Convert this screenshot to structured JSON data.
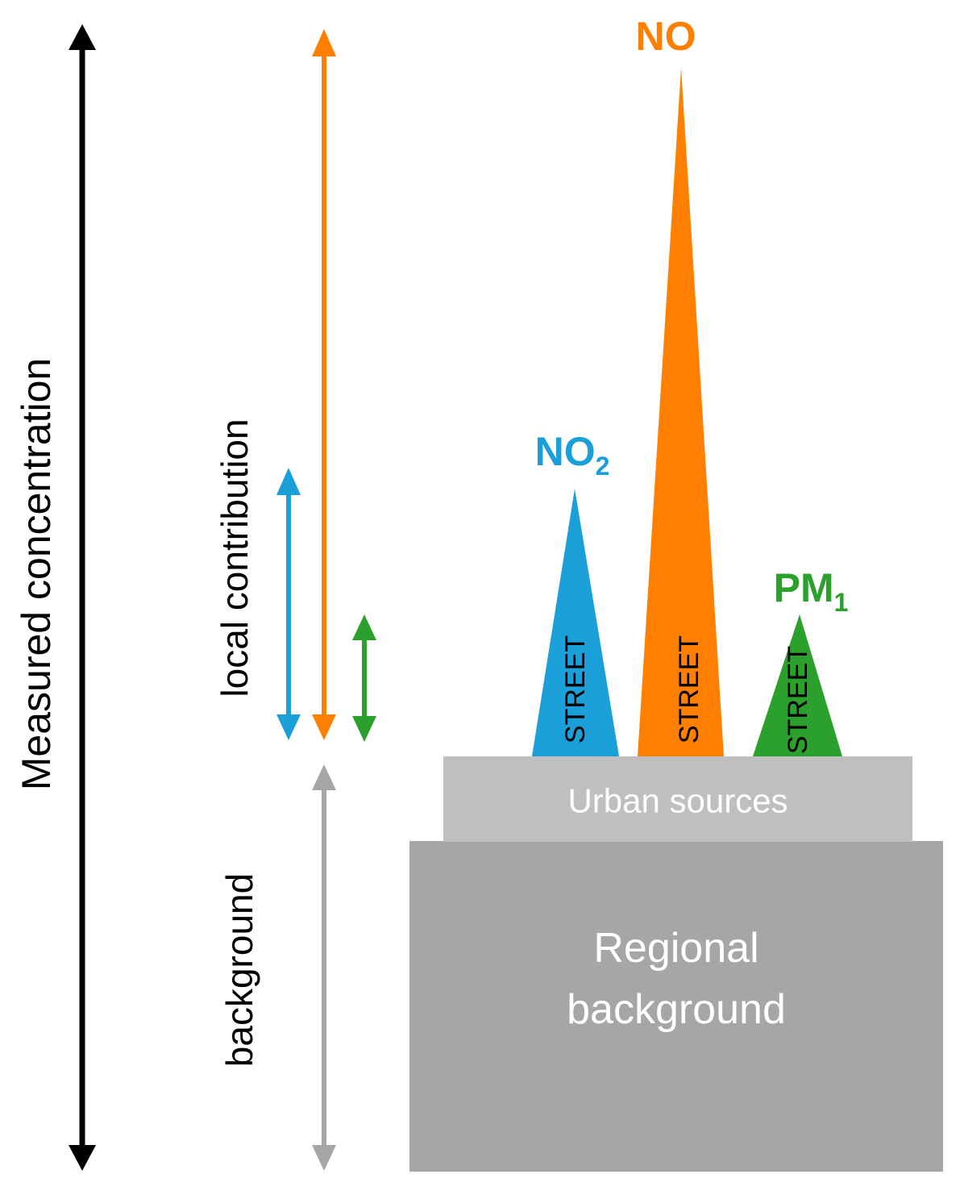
{
  "axis_label": "Measured concentration",
  "side_labels": {
    "local": "local contribution",
    "background": "background"
  },
  "layers": {
    "urban": "Urban sources",
    "regional_line1": "Regional",
    "regional_line2": "background"
  },
  "pollutants": {
    "no2": {
      "base": "NO",
      "sub": "2",
      "peak_label": "STREET",
      "color": "#1a9fd9"
    },
    "no": {
      "base": "NO",
      "sub": "",
      "peak_label": "STREET",
      "color": "#ff8000"
    },
    "pm1": {
      "base": "PM",
      "sub": "1",
      "peak_label": "STREET",
      "color": "#2ca02c"
    }
  },
  "colors": {
    "axis": "#000000",
    "background_arrow": "#a6a6a6",
    "urban_fill": "#bfbfbf",
    "regional_fill": "#a6a6a6",
    "layer_text": "#ffffff"
  }
}
